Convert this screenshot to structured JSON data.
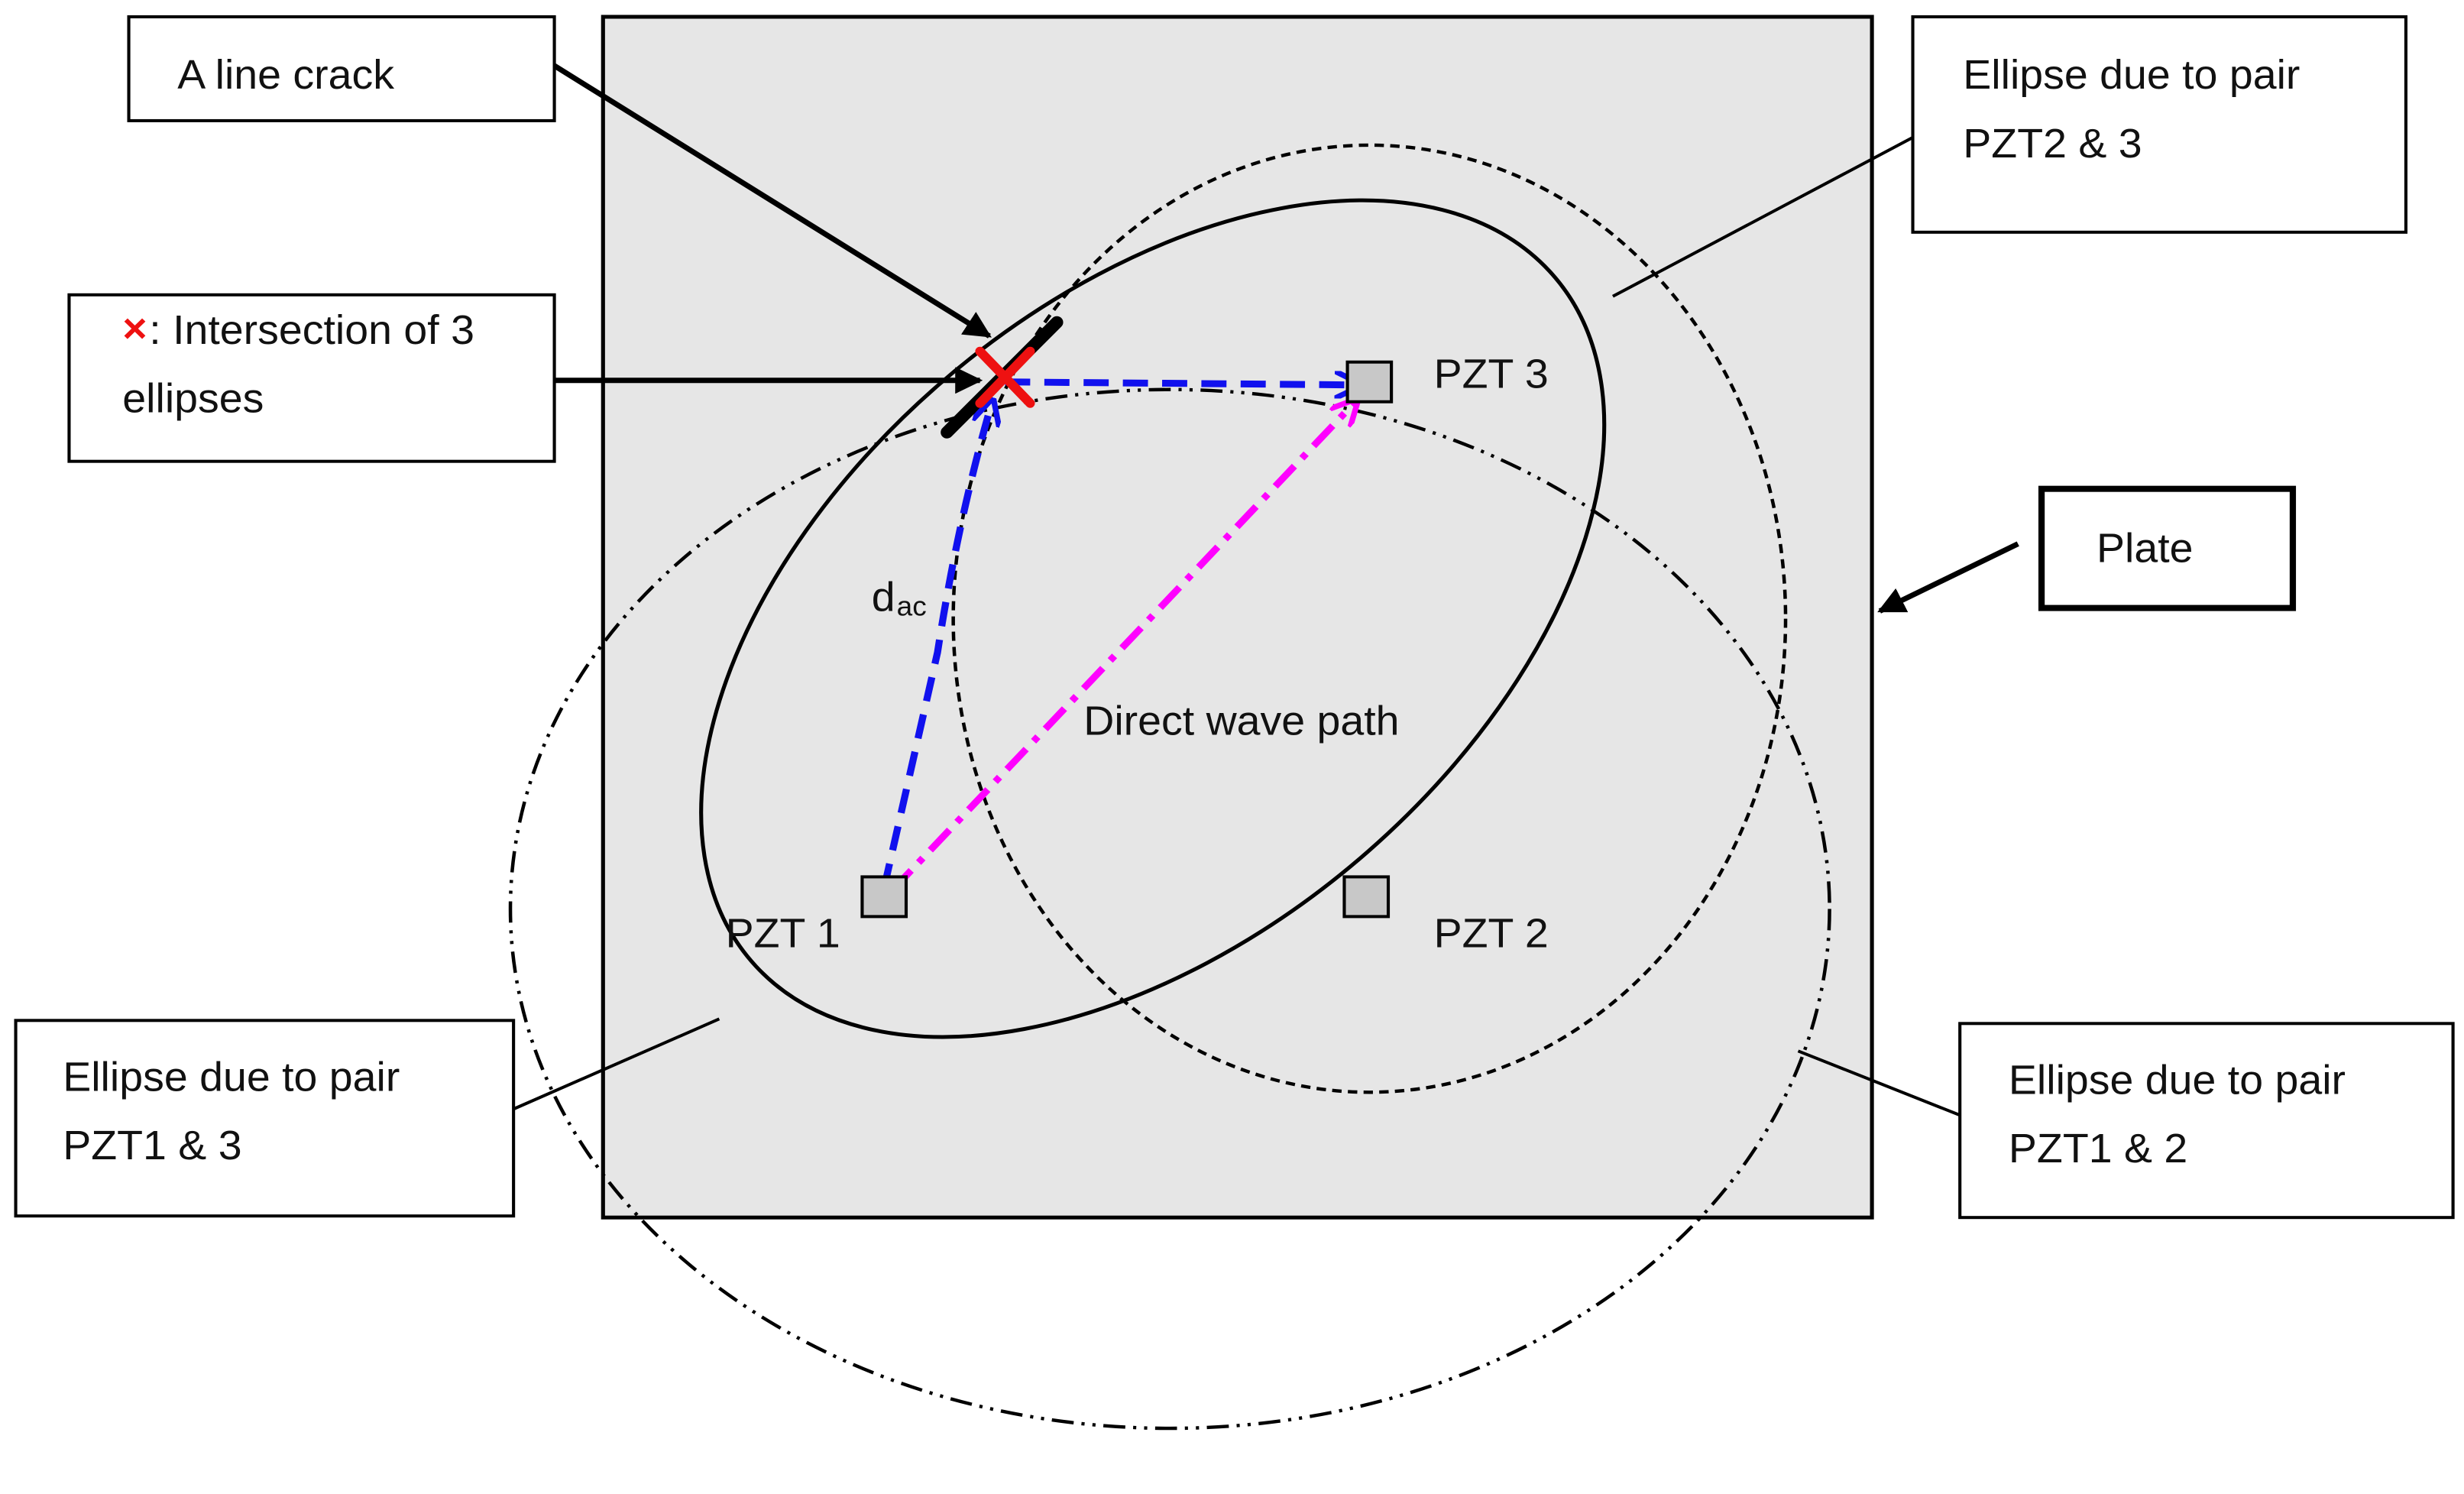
{
  "labels": {
    "crack": "A line crack",
    "intersection_mark": "×",
    "intersection_line1": ": Intersection of 3",
    "intersection_line2": "ellipses",
    "ellipse23_line1": "Ellipse due to pair",
    "ellipse23_line2": "PZT2 & 3",
    "plate": "Plate",
    "ellipse13_line1": "Ellipse due to pair",
    "ellipse13_line2": "PZT1 & 3",
    "ellipse12_line1": "Ellipse due to pair",
    "ellipse12_line2": "PZT1 & 2",
    "pzt1": "PZT 1",
    "pzt2": "PZT 2",
    "pzt3": "PZT 3",
    "direct_wave": "Direct wave path",
    "dac_main": "d",
    "dac_sub": "ac"
  },
  "colors": {
    "plate_fill": "#e6e6e6",
    "crack_marker": "#ee1111",
    "reflected_path": "#1111ee",
    "direct_path": "#ff00ff",
    "sensor_fill": "#c8c8c8"
  }
}
